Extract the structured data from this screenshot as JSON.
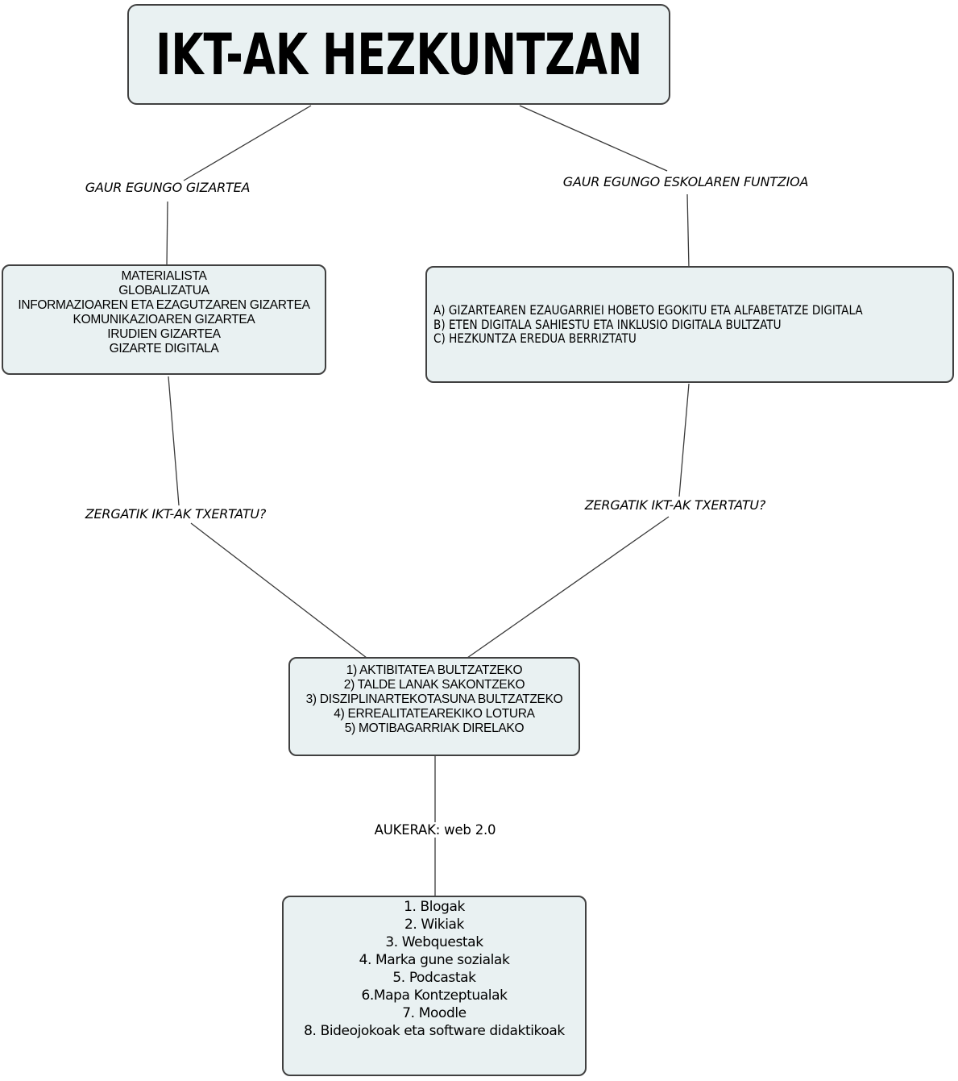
{
  "title_box": {
    "text": "IKT-AK HEZKUNTZAN"
  },
  "edge_labels": {
    "left_top": "GAUR EGUNGO GIZARTEA",
    "right_top": "GAUR EGUNGO ESKOLAREN FUNTZIOA",
    "left_mid": "ZERGATIK IKT-AK TXERTATU?",
    "right_mid": "ZERGATIK IKT-AK TXERTATU?",
    "bottom": "AUKERAK: web 2.0"
  },
  "society_box": {
    "lines": [
      "MATERIALISTA",
      "GLOBALIZATUA",
      "INFORMAZIOAREN ETA EZAGUTZAREN GIZARTEA",
      "KOMUNIKAZIOAREN GIZARTEA",
      "IRUDIEN GIZARTEA",
      "GIZARTE DIGITALA"
    ]
  },
  "school_box": {
    "lines": [
      "A) GIZARTEAREN EZAUGARRIEI HOBETO EGOKITU ETA ALFABETATZE DIGITALA",
      "B) ETEN DIGITALA SAHIESTU ETA INKLUSIO DIGITALA BULTZATU",
      "C) HEZKUNTZA EREDUA BERRIZTATU"
    ]
  },
  "reasons_box": {
    "lines": [
      "1) AKTIBITATEA BULTZATZEKO",
      "2) TALDE LANAK SAKONTZEKO",
      "3) DISZIPLINARTEKOTASUNA BULTZATZEKO",
      "4) ERREALITATEAREKIKO LOTURA",
      "5) MOTIBAGARRIAK DIRELAKO"
    ]
  },
  "tools_box": {
    "lines": [
      "1. Blogak",
      "2. Wikiak",
      "3. Webquestak",
      "4. Marka gune sozialak",
      "5. Podcastak",
      "6.Mapa Kontzeptualak",
      "7. Moodle",
      "8. Bideojokoak eta software didaktikoak"
    ]
  },
  "colors": {
    "box_fill": "#e9f1f2",
    "box_border": "#404040",
    "connector": "#3a3a3a",
    "text": "#000000",
    "background": "#ffffff"
  }
}
